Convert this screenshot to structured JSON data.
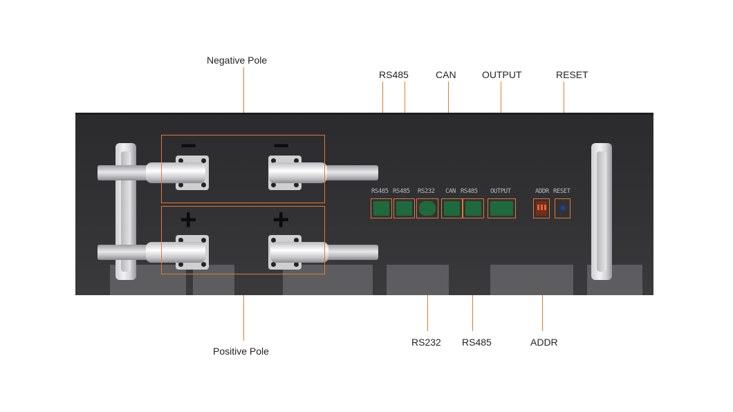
{
  "callouts": {
    "negative_pole": "Negative Pole",
    "positive_pole": "Positive Pole",
    "rs485_top": "RS485",
    "can_top": "CAN",
    "output_top": "OUTPUT",
    "reset_top": "RESET",
    "rs232_bottom": "RS232",
    "rs485_bottom": "RS485",
    "addr_bottom": "ADDR"
  },
  "panel_labels": {
    "rs485_a": "RS485",
    "rs485_b": "RS485",
    "rs232": "RS232",
    "can": "CAN",
    "rs485_c": "RS485",
    "output": "OUTPUT",
    "addr": "ADDR",
    "reset": "RESET"
  },
  "terminal_signs": {
    "negative": "−",
    "positive": "+"
  },
  "colors": {
    "accent": "#e07a2e",
    "panel": "#2f2f32",
    "port_green": "#1f6a3c"
  }
}
